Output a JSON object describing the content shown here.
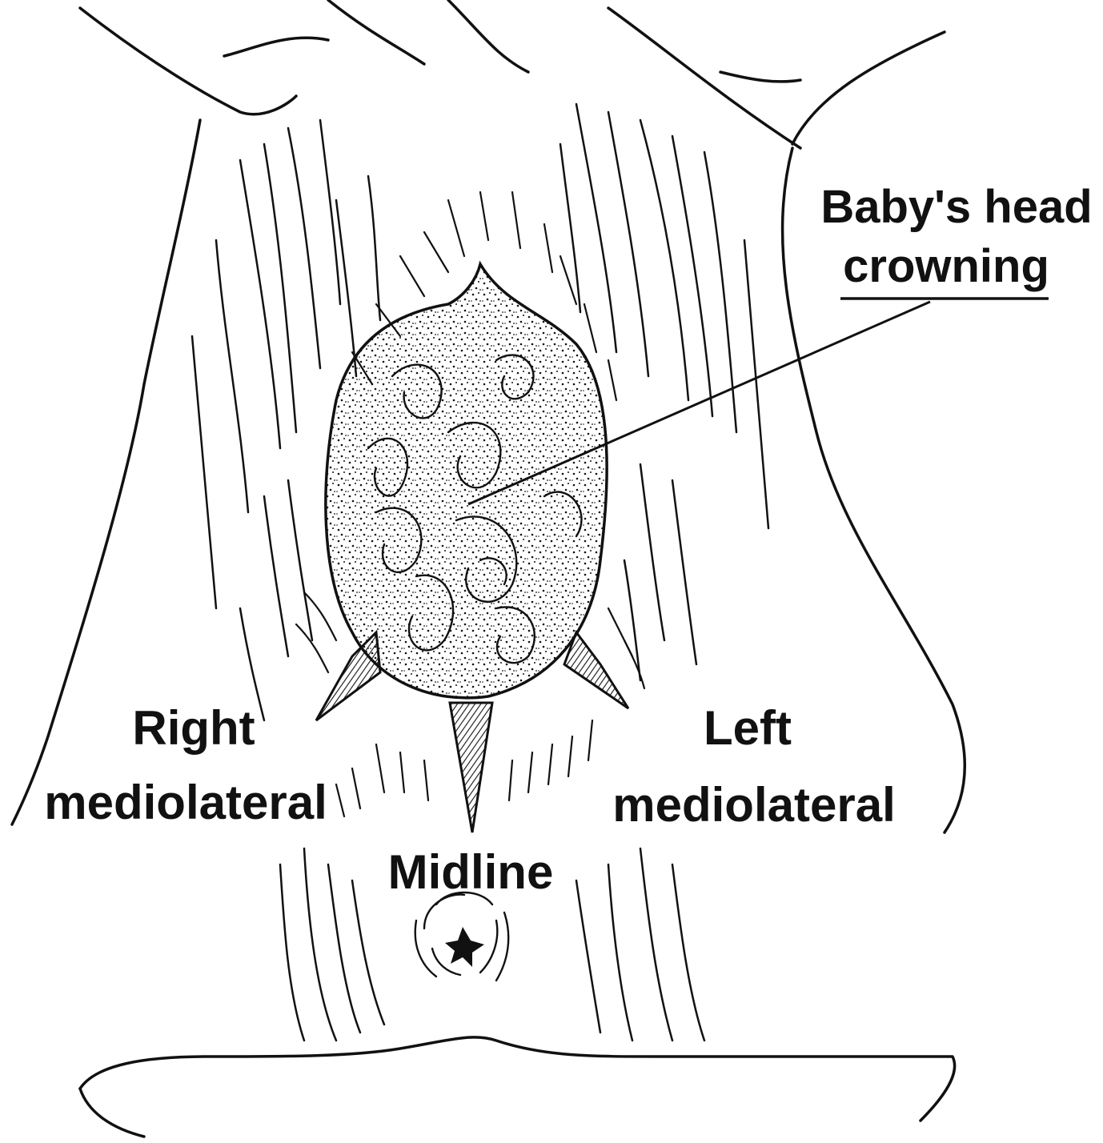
{
  "labels": {
    "head_line1": "Baby's head",
    "head_line2": "crowning",
    "right_line1": "Right",
    "right_line2": "mediolateral",
    "left_line1": "Left",
    "left_line2": "mediolateral",
    "midline": "Midline"
  },
  "colors": {
    "ink": "#111111",
    "background": "#ffffff"
  }
}
